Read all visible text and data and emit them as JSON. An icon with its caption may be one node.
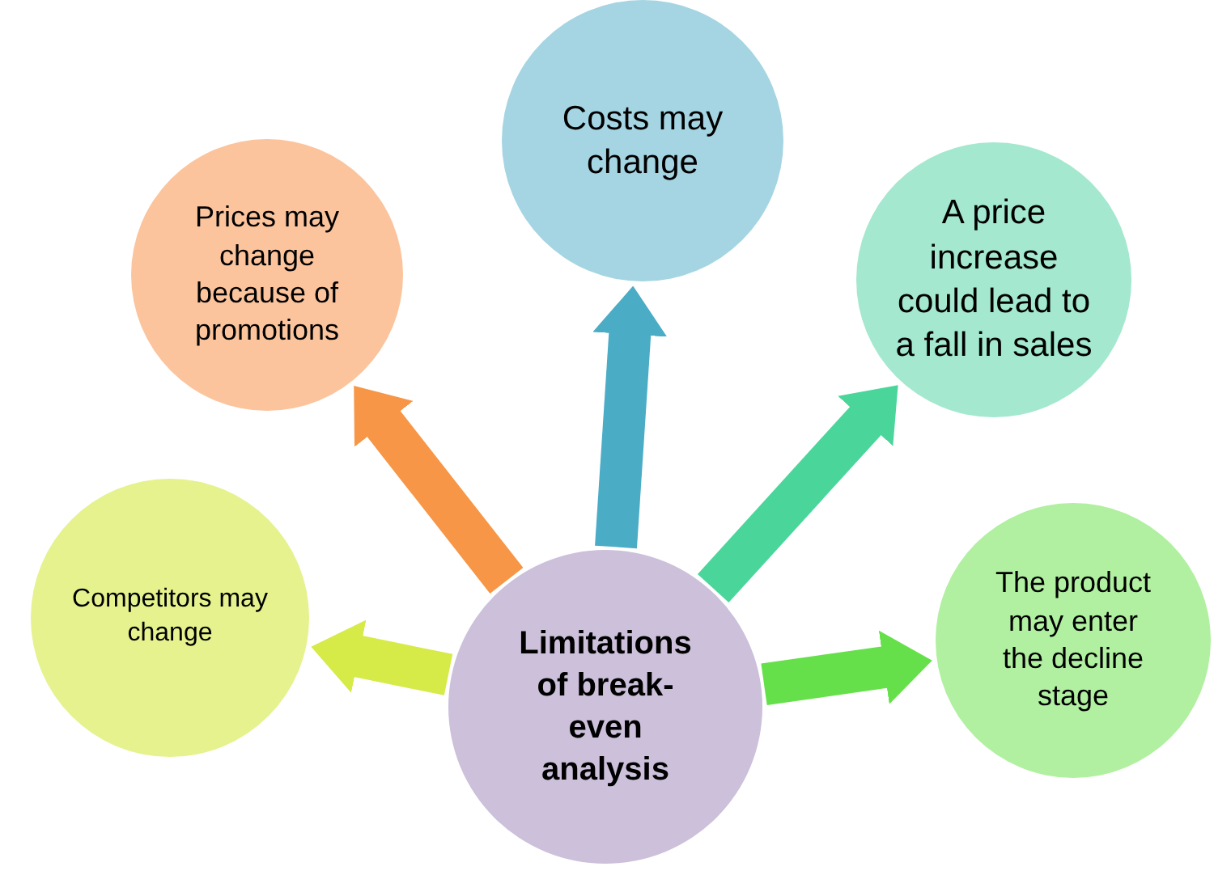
{
  "diagram": {
    "nodes": [
      {
        "text": [
          "Limitations of break-even analysis"
        ]
      },
      {
        "text": [
          "Costs may change"
        ]
      },
      {
        "text": [
          "Prices may change because of promotions"
        ]
      },
      {
        "text": [
          "A price increase could lead to a fall in sales"
        ]
      },
      {
        "text": [
          "Competitors may change"
        ]
      },
      {
        "text": [
          "The product may enter the decline stage"
        ]
      }
    ],
    "edges": [
      {
        "from": 0,
        "to": 1,
        "arrow": "to",
        "color": "#4bacc6"
      },
      {
        "from": 0,
        "to": 2,
        "arrow": "to",
        "color": "#f79646"
      },
      {
        "from": 0,
        "to": 3,
        "arrow": "to",
        "color": "#4ad69a"
      },
      {
        "from": 0,
        "to": 4,
        "arrow": "to",
        "color": "#d6ea48"
      },
      {
        "from": 0,
        "to": 5,
        "arrow": "to",
        "color": "#66e04a"
      }
    ]
  }
}
